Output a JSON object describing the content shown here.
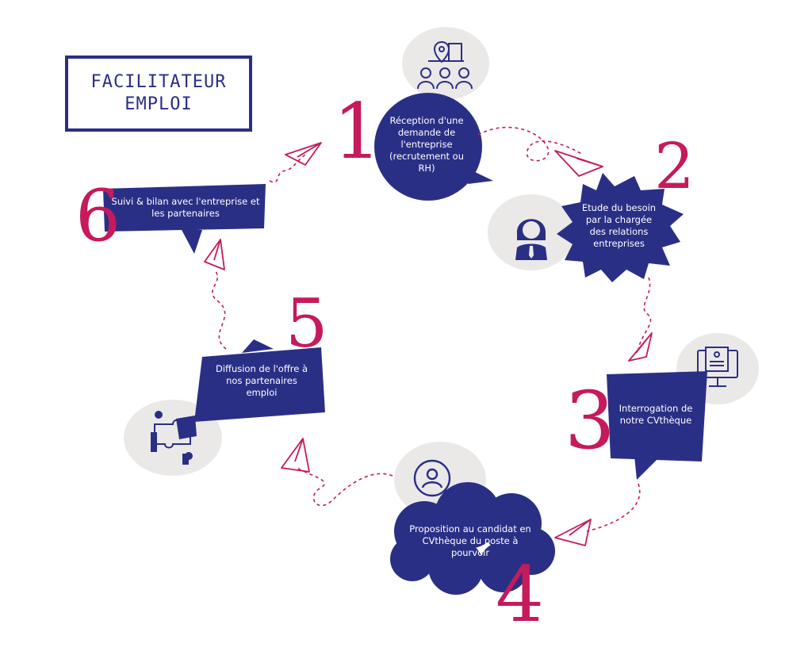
{
  "title": {
    "line1": "FACILITATEUR",
    "line2": "EMPLOI"
  },
  "colors": {
    "navy": "#2a2f86",
    "magenta": "#c51a5c",
    "grey": "#ebe9e8"
  },
  "steps": [
    {
      "number": "1",
      "text": "Réception d'une demande de l'entreprise (recrutement ou RH)",
      "icon": "building-team-icon"
    },
    {
      "number": "2",
      "text": "Etude du besoin par la chargée des relations entreprises",
      "icon": "woman-advisor-icon"
    },
    {
      "number": "3",
      "text": "Interrogation de notre CVthèque",
      "icon": "cv-monitor-icon"
    },
    {
      "number": "4",
      "text": "Proposition au candidat en CVthèque du poste à pourvoir",
      "icon": "search-person-icon"
    },
    {
      "number": "5",
      "text": "Diffusion de l'offre à nos partenaires emploi",
      "icon": "puzzle-team-icon"
    },
    {
      "number": "6",
      "text": "Suivi & bilan avec l'entreprise et les partenaires",
      "icon": "paper-plane-icon"
    }
  ]
}
